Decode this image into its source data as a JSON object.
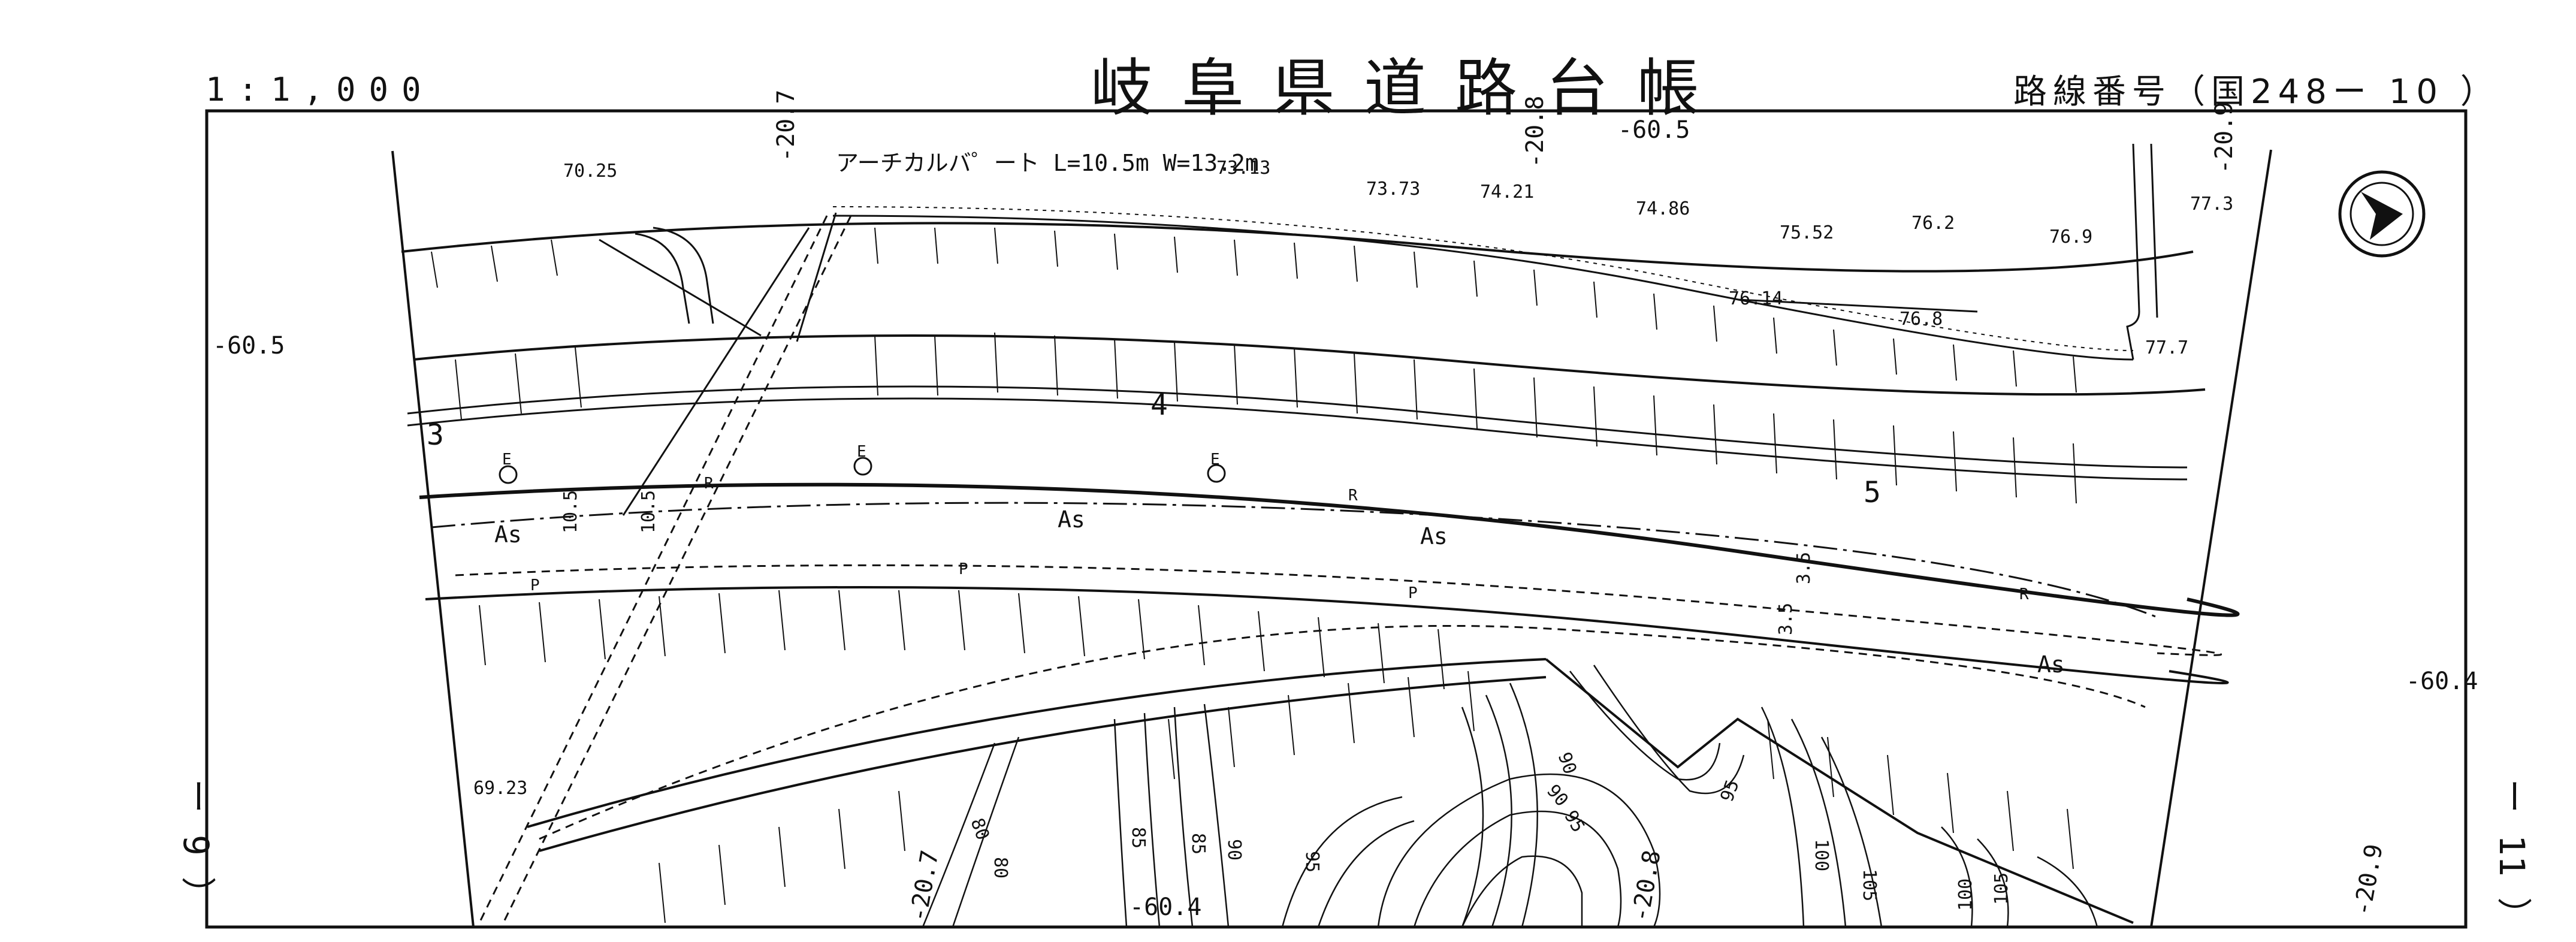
{
  "header": {
    "scale": "1:1,000",
    "title": "岐阜県道路台帳",
    "route_number": "路線番号（国248ー 10 ）"
  },
  "adjacent_sheets": {
    "left": "ー 9 ）",
    "right": "ー 11 ）"
  },
  "map": {
    "structure_note": "アーチカルバ゜ート L=10.5m W=13.2m",
    "elevation_points": [
      "70.25",
      "73.13",
      "73.73",
      "74.21",
      "74.86",
      "75.52",
      "76.2",
      "76.9",
      "77.3",
      "76.14",
      "76.8",
      "77.7",
      "69.23"
    ],
    "grid_labels": [
      "-20.7",
      "-20.8",
      "-20.9",
      "-60.5",
      "-60.5",
      "-60.4",
      "-60.4",
      "-20.7",
      "-20.8",
      "-20.9"
    ],
    "station_numbers": [
      "3",
      "4",
      "5"
    ],
    "pavement_labels": [
      "As",
      "As",
      "As",
      "As"
    ],
    "dimension_labels": [
      "10.5",
      "10.5",
      "3.5",
      "3.5"
    ],
    "contour_labels": [
      "80",
      "85",
      "80",
      "85",
      "90",
      "95",
      "90",
      "95",
      "100",
      "105",
      "100",
      "105",
      "90",
      "95"
    ],
    "misc_marks": [
      "R",
      "R",
      "R",
      "P",
      "P",
      "P",
      "E",
      "E",
      "E"
    ]
  },
  "colors": {
    "line": "#111111",
    "background": "#ffffff"
  },
  "icons": [
    "north-arrow-icon",
    "utility-pole-icon"
  ]
}
